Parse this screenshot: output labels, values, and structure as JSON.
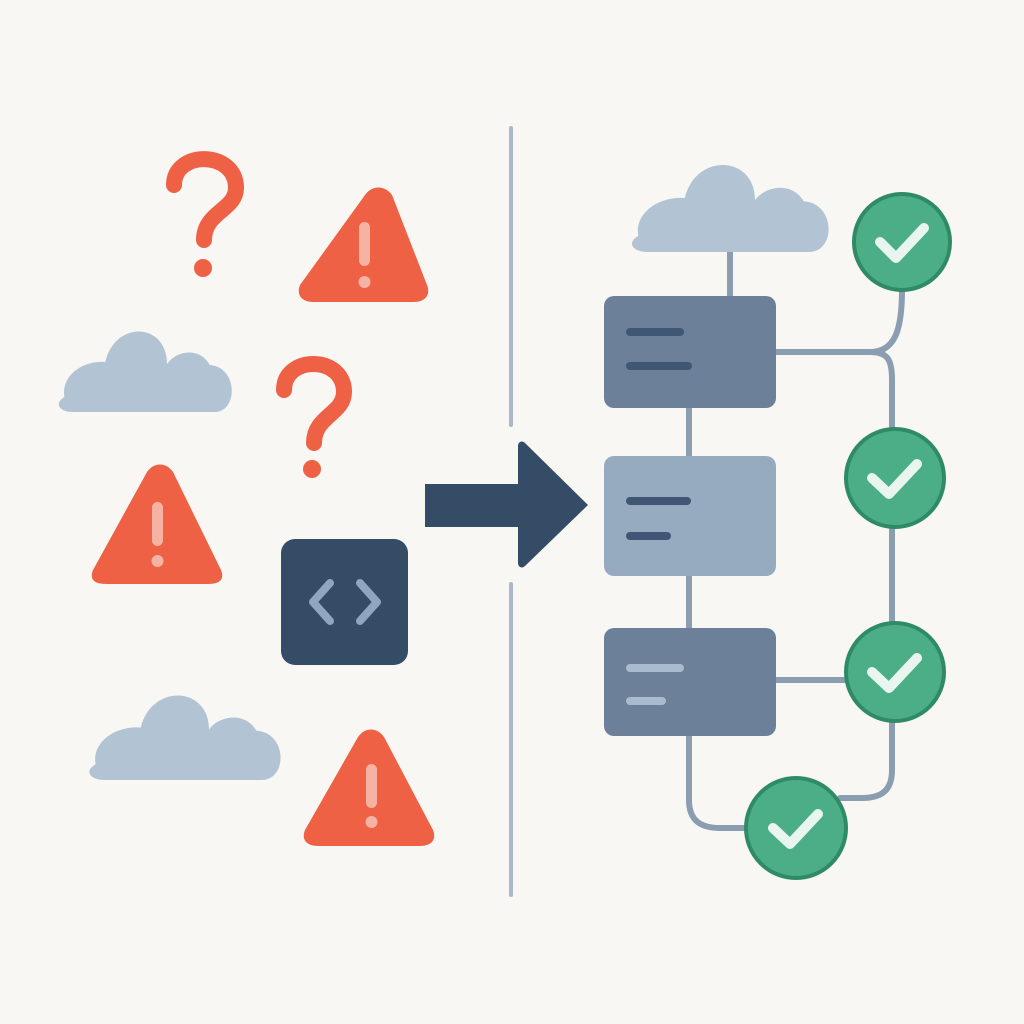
{
  "palette": {
    "background": "#f8f7f4",
    "warning": "#ef6144",
    "warning_mark": "#f6b3a4",
    "question": "#ef6144",
    "cloud": "#b2c4d4",
    "code_block": "#344c66",
    "code_glyph": "#8ea6c0",
    "arrow": "#344c66",
    "divider": "#a9b9c8",
    "node_dark": "#6d8099",
    "node_light": "#96aac0",
    "node_line_dark": "#3f5674",
    "node_line_light": "#a9bccf",
    "connector": "#8b9db1",
    "check_fill": "#4cae86",
    "check_ring": "#2f8a66",
    "check_mark": "#e8f6ef"
  },
  "icons": {
    "chaos": [
      "question-icon",
      "warning-icon",
      "cloud-icon",
      "code-icon"
    ],
    "transition": "arrow-right-icon",
    "order": [
      "cloud-icon",
      "node-card",
      "check-circle-icon"
    ]
  },
  "chaos_side": {
    "question_mark_count": 2,
    "warning_count": 3,
    "cloud_count": 2,
    "code_block_count": 1
  },
  "order_side": {
    "node_count": 3,
    "check_count": 4
  }
}
